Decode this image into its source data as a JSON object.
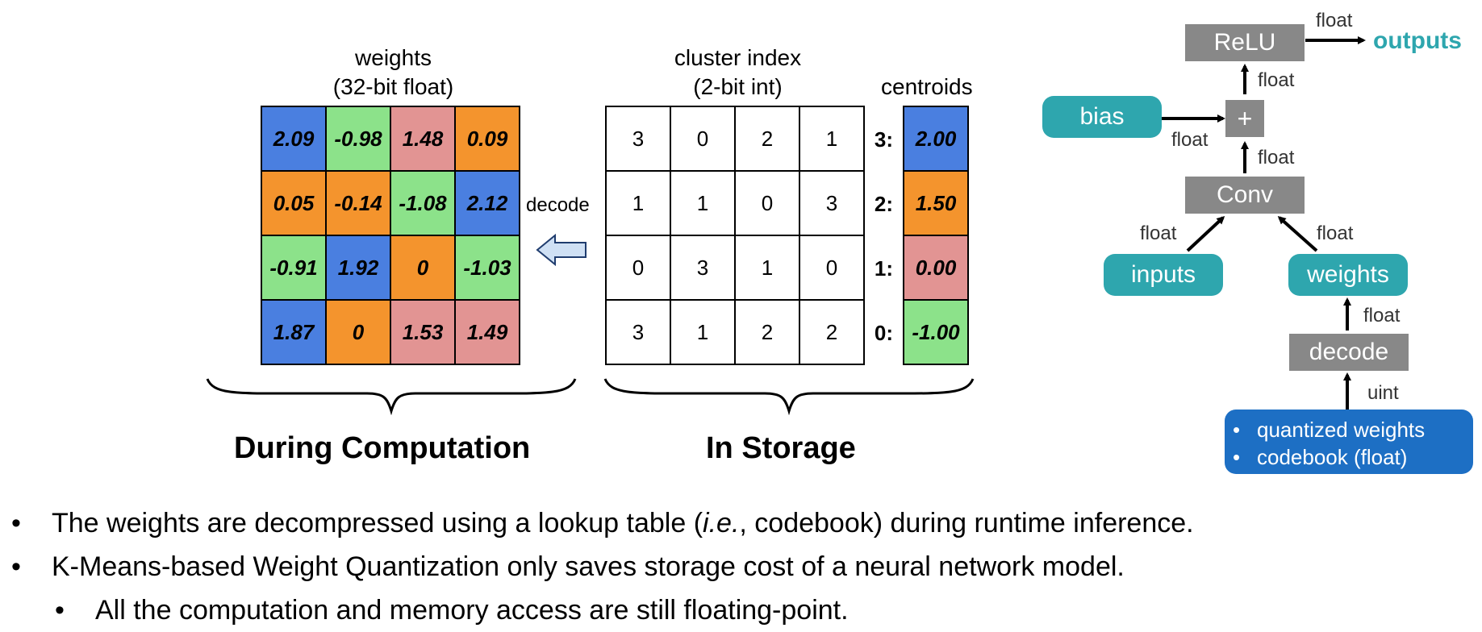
{
  "colors": {
    "blue": "#4a7fe0",
    "orange": "#f4942d",
    "pink": "#e29493",
    "green": "#8ce28a",
    "gray": "#888888",
    "teal": "#2ea6ae",
    "dark_blue": "#1d6fc4",
    "arrow_fill": "#cfe0f4"
  },
  "weights": {
    "title_line1": "weights",
    "title_line2": "(32-bit float)",
    "cells": [
      [
        {
          "v": "2.09",
          "c": "blue"
        },
        {
          "v": "-0.98",
          "c": "green"
        },
        {
          "v": "1.48",
          "c": "pink"
        },
        {
          "v": "0.09",
          "c": "orange"
        }
      ],
      [
        {
          "v": "0.05",
          "c": "orange"
        },
        {
          "v": "-0.14",
          "c": "orange"
        },
        {
          "v": "-1.08",
          "c": "green"
        },
        {
          "v": "2.12",
          "c": "blue"
        }
      ],
      [
        {
          "v": "-0.91",
          "c": "green"
        },
        {
          "v": "1.92",
          "c": "blue"
        },
        {
          "v": "0",
          "c": "orange"
        },
        {
          "v": "-1.03",
          "c": "green"
        }
      ],
      [
        {
          "v": "1.87",
          "c": "blue"
        },
        {
          "v": "0",
          "c": "orange"
        },
        {
          "v": "1.53",
          "c": "pink"
        },
        {
          "v": "1.49",
          "c": "pink"
        }
      ]
    ]
  },
  "decode_label": "decode",
  "cluster_index": {
    "title_line1": "cluster index",
    "title_line2": "(2-bit int)",
    "cells": [
      [
        "3",
        "0",
        "2",
        "1"
      ],
      [
        "1",
        "1",
        "0",
        "3"
      ],
      [
        "0",
        "3",
        "1",
        "0"
      ],
      [
        "3",
        "1",
        "2",
        "2"
      ]
    ]
  },
  "centroids": {
    "title": "centroids",
    "items": [
      {
        "label": "3:",
        "v": "2.00",
        "c": "blue"
      },
      {
        "label": "2:",
        "v": "1.50",
        "c": "orange"
      },
      {
        "label": "1:",
        "v": "0.00",
        "c": "pink"
      },
      {
        "label": "0:",
        "v": "-1.00",
        "c": "green"
      }
    ]
  },
  "during_computation": "During Computation",
  "in_storage": "In Storage",
  "graph": {
    "relu": "ReLU",
    "outputs": "outputs",
    "plus": "+",
    "bias": "bias",
    "conv": "Conv",
    "inputs": "inputs",
    "weights": "weights",
    "decode": "decode",
    "float": "float",
    "uint": "uint",
    "storage_items": [
      "quantized weights",
      "codebook (float)"
    ]
  },
  "bullets": {
    "b1_pre": "The weights are decompressed using a lookup table (",
    "b1_ie": "i.e.",
    "b1_post": ", codebook) during runtime inference.",
    "b2": "K-Means-based Weight Quantization only saves storage cost of a neural network model.",
    "b3": "All the computation and memory access are still floating-point."
  }
}
